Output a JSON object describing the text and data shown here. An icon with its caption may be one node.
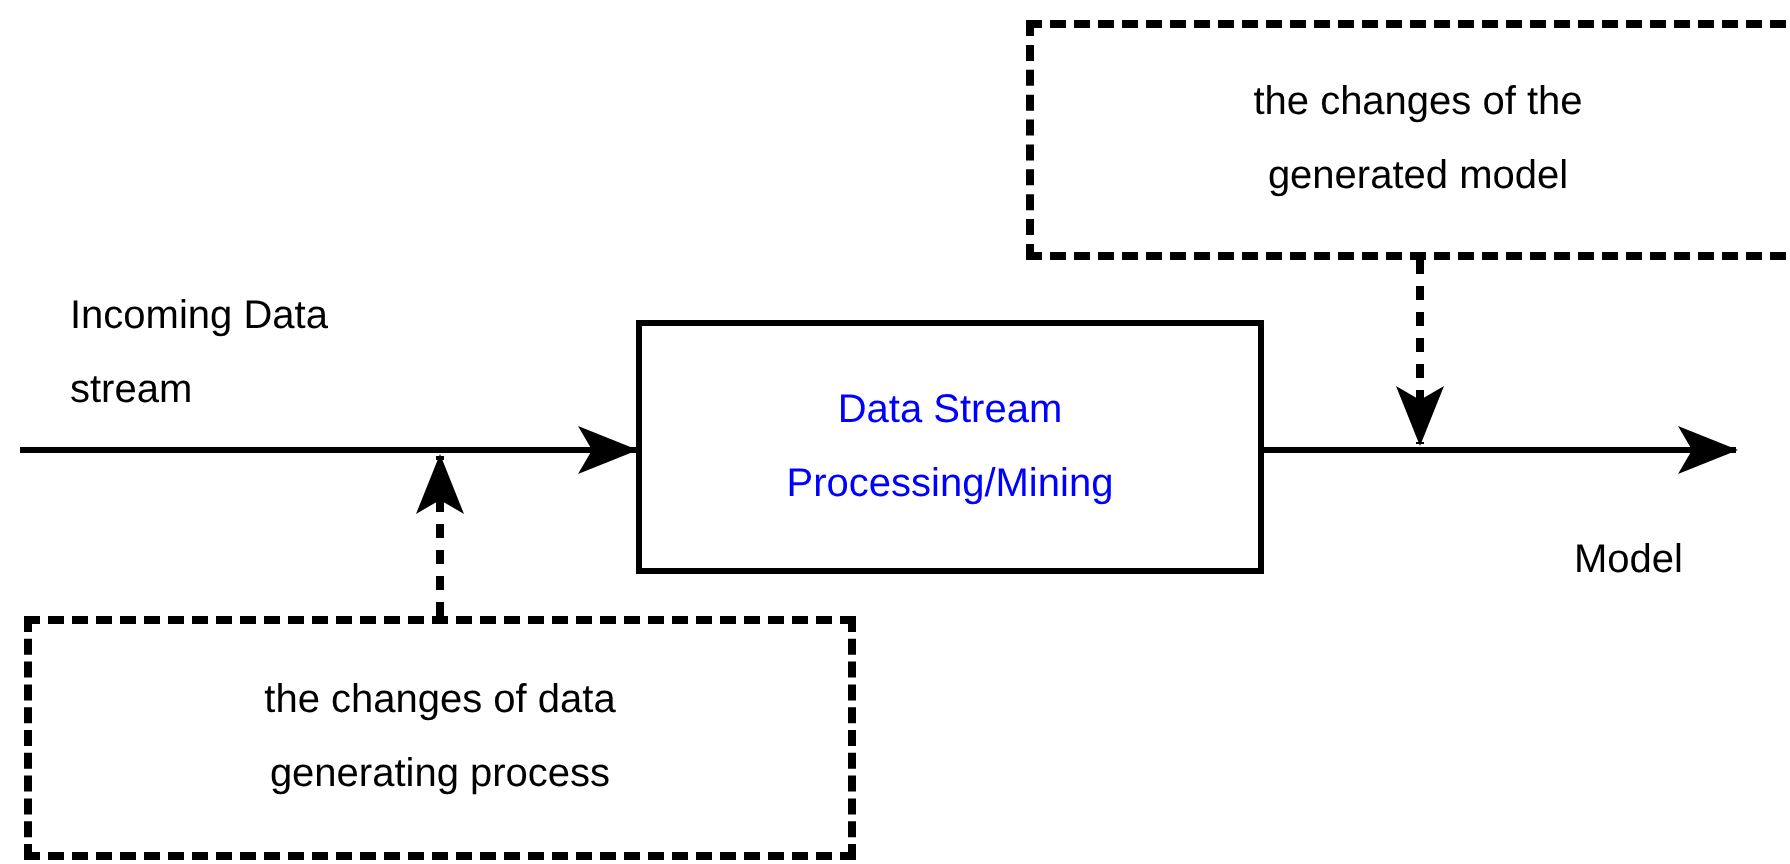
{
  "diagram": {
    "nodes": [
      {
        "text": [
          "Data Stream Processing/Mining"
        ]
      },
      {
        "text": [
          "the changes of the generated model"
        ]
      },
      {
        "text": [
          "the changes of data generating process"
        ]
      }
    ],
    "edges": [
      {
        "from": null,
        "to": 0,
        "arrow": "to"
      },
      {
        "from": 0,
        "to": null,
        "arrow": "to"
      },
      {
        "from": 1,
        "to": null,
        "arrow": "to",
        "style": "dashed"
      },
      {
        "from": 2,
        "to": null,
        "arrow": "to",
        "style": "dashed"
      }
    ],
    "labels": [
      "Incoming Data stream",
      "Model"
    ]
  }
}
